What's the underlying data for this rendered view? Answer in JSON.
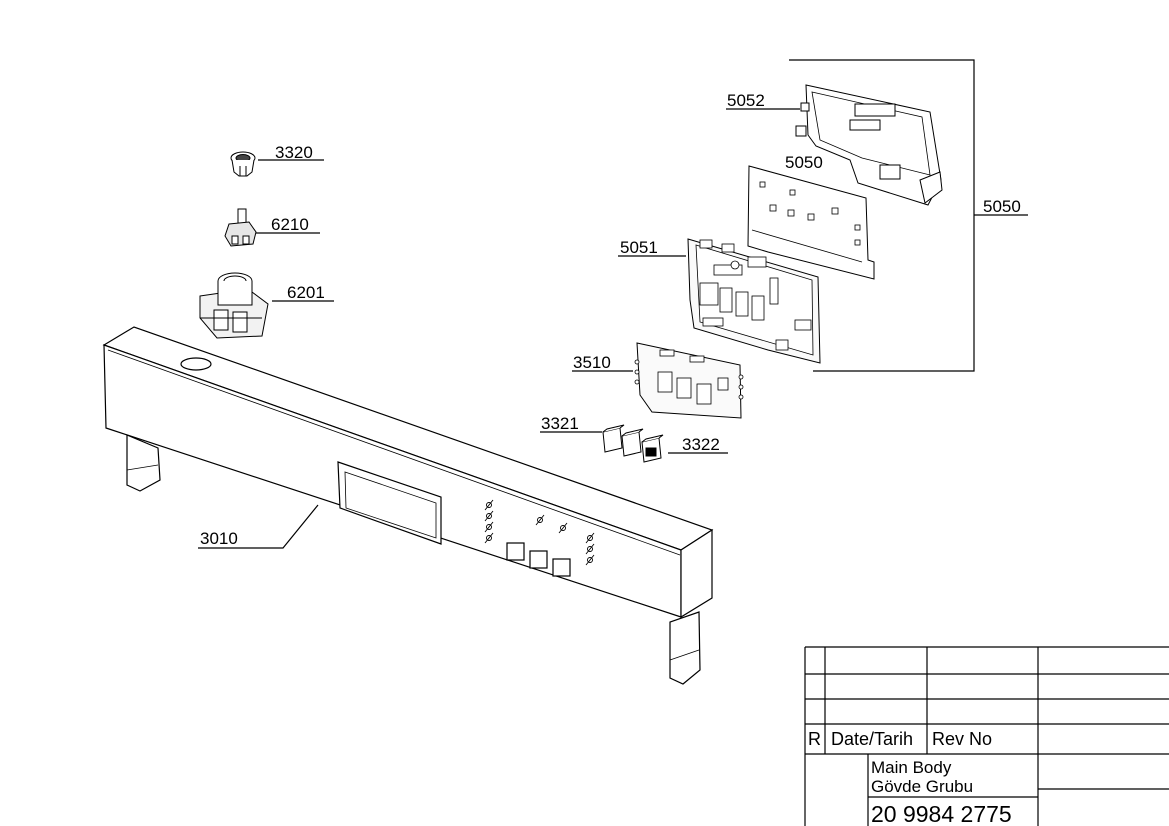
{
  "callouts": {
    "c3320": "3320",
    "c6210": "6210",
    "c6201": "6201",
    "c3010": "3010",
    "c5052": "5052",
    "c5050a": "5050",
    "c5050b": "5050",
    "c5051": "5051",
    "c3510": "3510",
    "c3321": "3321",
    "c3322": "3322"
  },
  "title_block": {
    "r_label": "R",
    "date_label": "Date/Tarih",
    "rev_label": "Rev No",
    "title_en": "Main Body",
    "title_tr": "Gövde Grubu",
    "part_number": "20 9984 2775"
  },
  "colors": {
    "line": "#000000",
    "background": "#ffffff"
  }
}
